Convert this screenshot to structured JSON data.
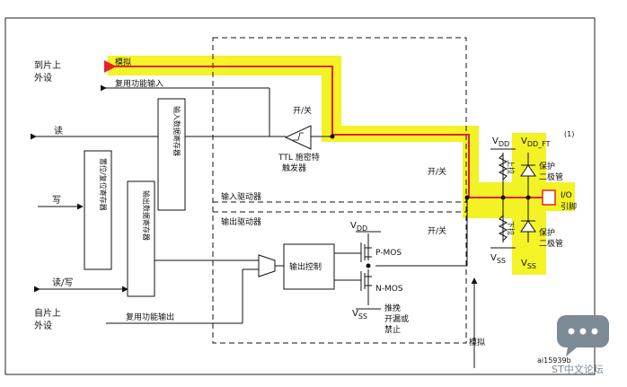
{
  "labels": {
    "to_chip_peripheral": [
      "到片上",
      "外设"
    ],
    "analog": "模拟",
    "alt_func_input": "复用功能输入",
    "read": "读",
    "input_data_register": "输入数据寄存器",
    "on_off": "开/关",
    "ttl_schmitt": [
      "TTL 施密特",
      "触发器"
    ],
    "write": "写",
    "bit_set_reset_register": "置位/复位寄存器",
    "output_data_register": "输出数据寄存器",
    "input_driver": "输入驱动器",
    "output_driver": "输出驱动器",
    "vdd": "V",
    "vdd_sub": "DD",
    "vss": "V",
    "vss_sub": "SS",
    "vdd_ft": "V",
    "vdd_ft_sub": "DD_FT",
    "footnote_ref": "(1)",
    "protect_diode": [
      "保护",
      "二极管"
    ],
    "pull_up": "上拉",
    "pull_down": "下拉",
    "io_pin": [
      "I/O",
      "引脚"
    ],
    "pmos": "P-MOS",
    "nmos": "N-MOS",
    "output_control": "输出控制",
    "read_write": "读/写",
    "from_chip_peripheral": [
      "自片上",
      "外设"
    ],
    "alt_func_output": "复用功能输出",
    "pushpull": [
      "推挽",
      "开漏或",
      "禁止"
    ],
    "analog_bottom": "模拟",
    "figure_id": "ai15939b",
    "watermark_text": "ST中文论坛"
  },
  "colors": {
    "highlight": "#f3f21a",
    "path": "#e8202a",
    "line": "#111111",
    "watermark": "#7c8a96"
  },
  "icons": {
    "watermark_logo": "chat-bubble-icon",
    "schmitt_trigger": "schmitt-trigger-icon",
    "diode": "diode-icon",
    "mosfet": "mosfet-icon",
    "resistor": "resistor-icon",
    "mux": "multiplexer-icon"
  }
}
